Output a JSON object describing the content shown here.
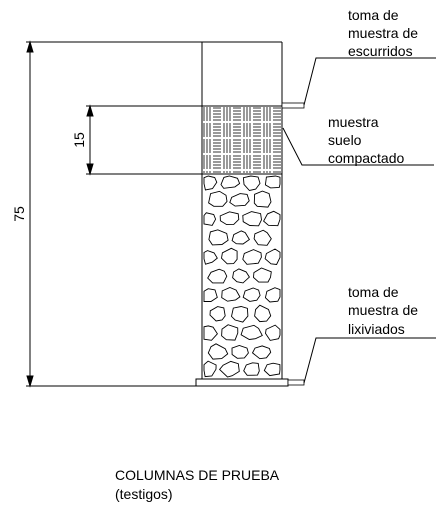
{
  "labels": {
    "escurridos": [
      "toma de",
      "muestra de",
      "escurridos"
    ],
    "suelo": [
      "muestra",
      "suelo",
      "compactado"
    ],
    "lixiviados": [
      "toma de",
      "muestra de",
      "lixiviados"
    ]
  },
  "dimensions": {
    "total": "75",
    "sample": "15"
  },
  "caption": {
    "title": "COLUMNAS DE PRUEBA",
    "subtitle": "(testigos)"
  }
}
